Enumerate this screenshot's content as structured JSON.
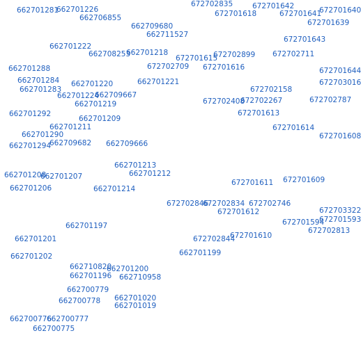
{
  "colors": {
    "background": "#ffffff",
    "label": "#1f5fbf"
  },
  "labels": [
    "662701281",
    "662701226",
    "662706855",
    "672702835",
    "672701642",
    "672701618",
    "672701641",
    "672701640",
    "672701639",
    "662709680",
    "662711527",
    "672701643",
    "662701222",
    "662708253",
    "662701218",
    "672701615",
    "672702899",
    "672702711",
    "662701288",
    "672702709",
    "672701616",
    "672701644",
    "662701284",
    "662701220",
    "662701221",
    "672703016",
    "662701283",
    "672702158",
    "662701224",
    "662709667",
    "672702408",
    "672702267",
    "672702787",
    "662701219",
    "662701292",
    "672701613",
    "662701209",
    "662701211",
    "672701614",
    "662701290",
    "672701608",
    "662709682",
    "662709666",
    "662701294",
    "662701213",
    "662701208",
    "662701207",
    "662701212",
    "672701611",
    "672701609",
    "662701206",
    "662701214",
    "672702846",
    "672702834",
    "672702746",
    "672701612",
    "672703322",
    "672701593",
    "672701594",
    "662701197",
    "672702813",
    "672702844",
    "672701610",
    "662701201",
    "662701199",
    "662701202",
    "662710820",
    "662701200",
    "662701196",
    "662710958",
    "662700779",
    "662701020",
    "662700778",
    "662701019",
    "662700776",
    "662700777",
    "662700775"
  ]
}
